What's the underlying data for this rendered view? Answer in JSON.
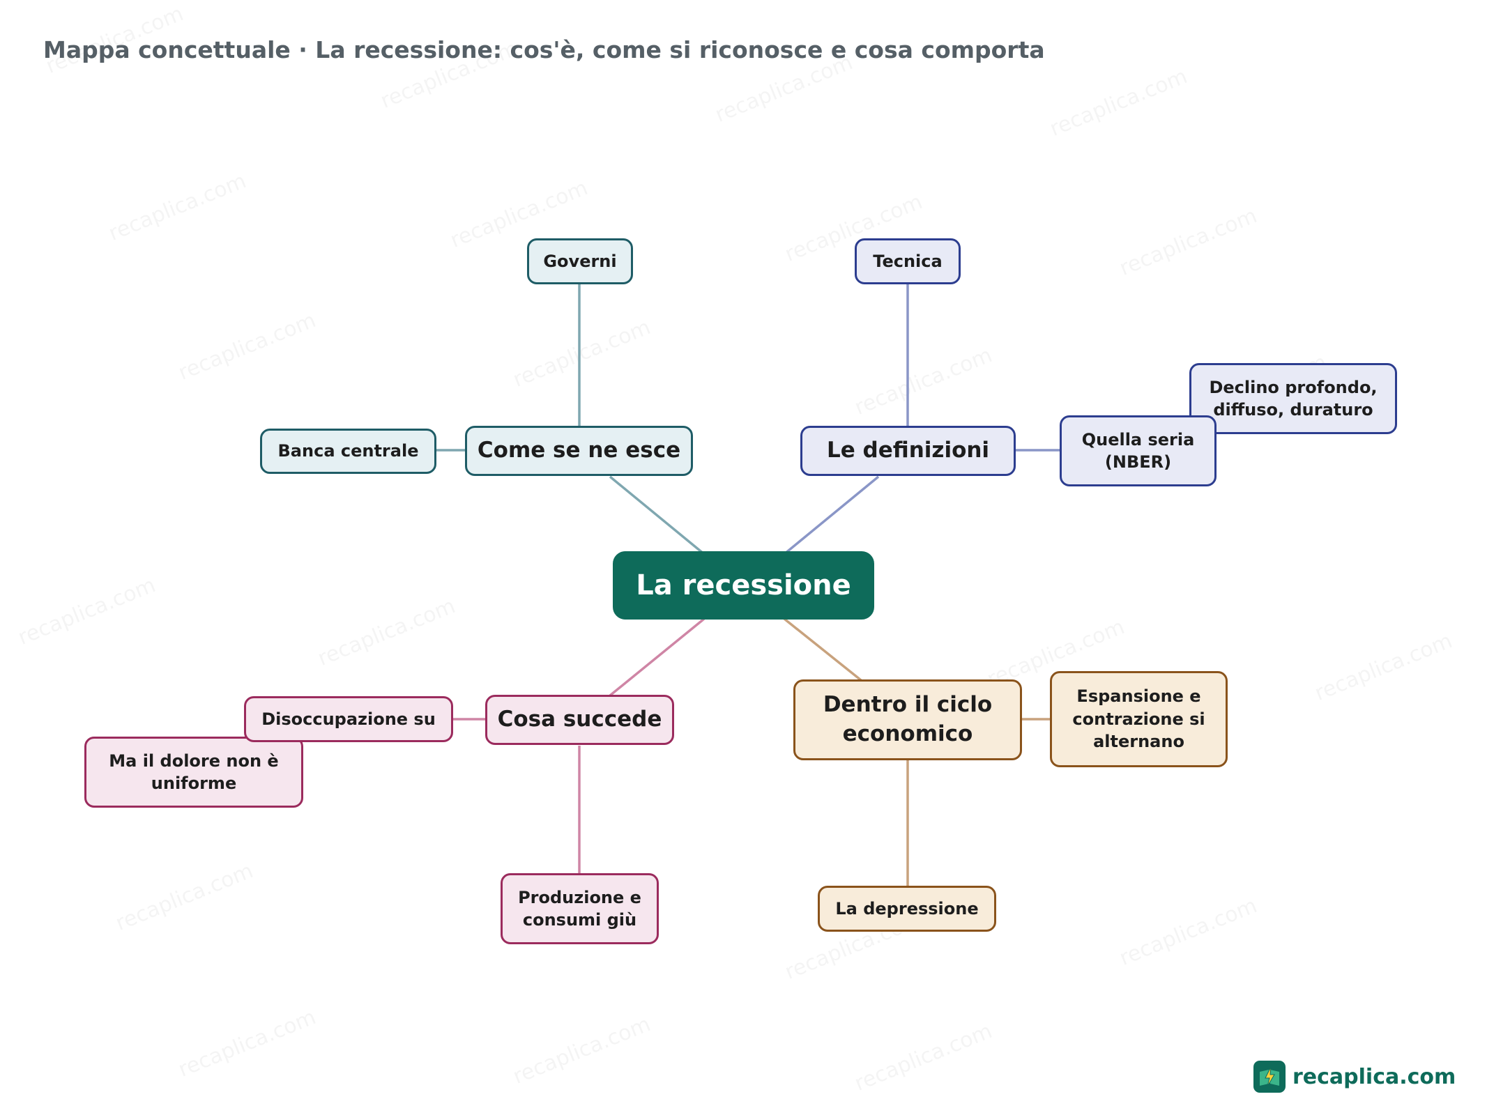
{
  "header": {
    "title": "Mappa concettuale · La recessione: cos'è, come si riconosce e cosa comporta"
  },
  "watermark": {
    "text": "recaplica.com"
  },
  "colors": {
    "root": "#0e6b5a",
    "teal_border": "#1e5c66",
    "blue_border": "#2c3d8f",
    "pink_border": "#9b2b5d",
    "amber_border": "#8a531b"
  },
  "map": {
    "root": {
      "label": "La recessione"
    },
    "branches": {
      "exit": {
        "label": "Come se ne esce",
        "children": {
          "governments": "Governi",
          "central_bank": "Banca centrale"
        }
      },
      "definitions": {
        "label": "Le definizioni",
        "children": {
          "technical": "Tecnica",
          "serious": "Quella seria (NBER)",
          "serious_detail": "Declino profondo, diffuso, duraturo"
        }
      },
      "effects": {
        "label": "Cosa succede",
        "children": {
          "unemployment": "Disoccupazione su",
          "uneven": "Ma il dolore non è uniforme",
          "production": "Produzione e consumi giù"
        }
      },
      "cycle": {
        "label": "Dentro il ciclo economico",
        "children": {
          "alternation": "Espansione e contrazione si alternano",
          "depression": "La depressione"
        }
      }
    }
  },
  "brand": {
    "name": "recaplica.com",
    "icon": "lightning-book-icon"
  }
}
